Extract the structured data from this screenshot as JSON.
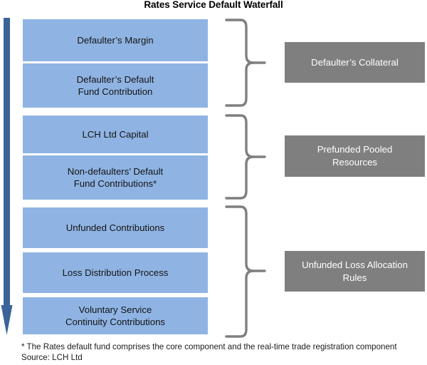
{
  "title": "Rates Service Default Waterfall",
  "colors": {
    "blue_box": "#8fb4e3",
    "gray_box": "#7f7f7f",
    "arrow": "#3a6498",
    "brace": "#7f7f7f",
    "text_dark": "#141414",
    "text_light": "#ffffff"
  },
  "waterfall": {
    "arrow_label": "downward-waterfall-arrow",
    "steps": [
      {
        "id": "defaulters-margin",
        "lines": [
          "Defaulter’s Margin"
        ]
      },
      {
        "id": "defaulters-default-fund-contribution",
        "lines": [
          "Defaulter’s Default",
          "Fund Contribution"
        ]
      },
      {
        "id": "lch-ltd-capital",
        "lines": [
          "LCH Ltd Capital"
        ]
      },
      {
        "id": "non-defaulters-default-fund-contributions",
        "lines": [
          "Non-defaulters’ Default",
          "Fund Contributions*"
        ]
      },
      {
        "id": "unfunded-contributions",
        "lines": [
          "Unfunded Contributions"
        ]
      },
      {
        "id": "loss-distribution-process",
        "lines": [
          "Loss Distribution Process"
        ]
      },
      {
        "id": "voluntary-service-continuity-contributions",
        "lines": [
          "Voluntary Service",
          "Continuity Contributions"
        ]
      }
    ],
    "groups": [
      {
        "id": "defaulters-collateral",
        "lines": [
          "Defaulter’s Collateral"
        ]
      },
      {
        "id": "prefunded-pooled-resources",
        "lines": [
          "Prefunded Pooled",
          "Resources"
        ]
      },
      {
        "id": "unfunded-loss-allocation-rules",
        "lines": [
          "Unfunded Loss Allocation",
          "Rules"
        ]
      }
    ]
  },
  "footnotes": {
    "note": "* The Rates default fund comprises the core component and the real-time trade registration component",
    "source": "Source: LCH Ltd"
  }
}
